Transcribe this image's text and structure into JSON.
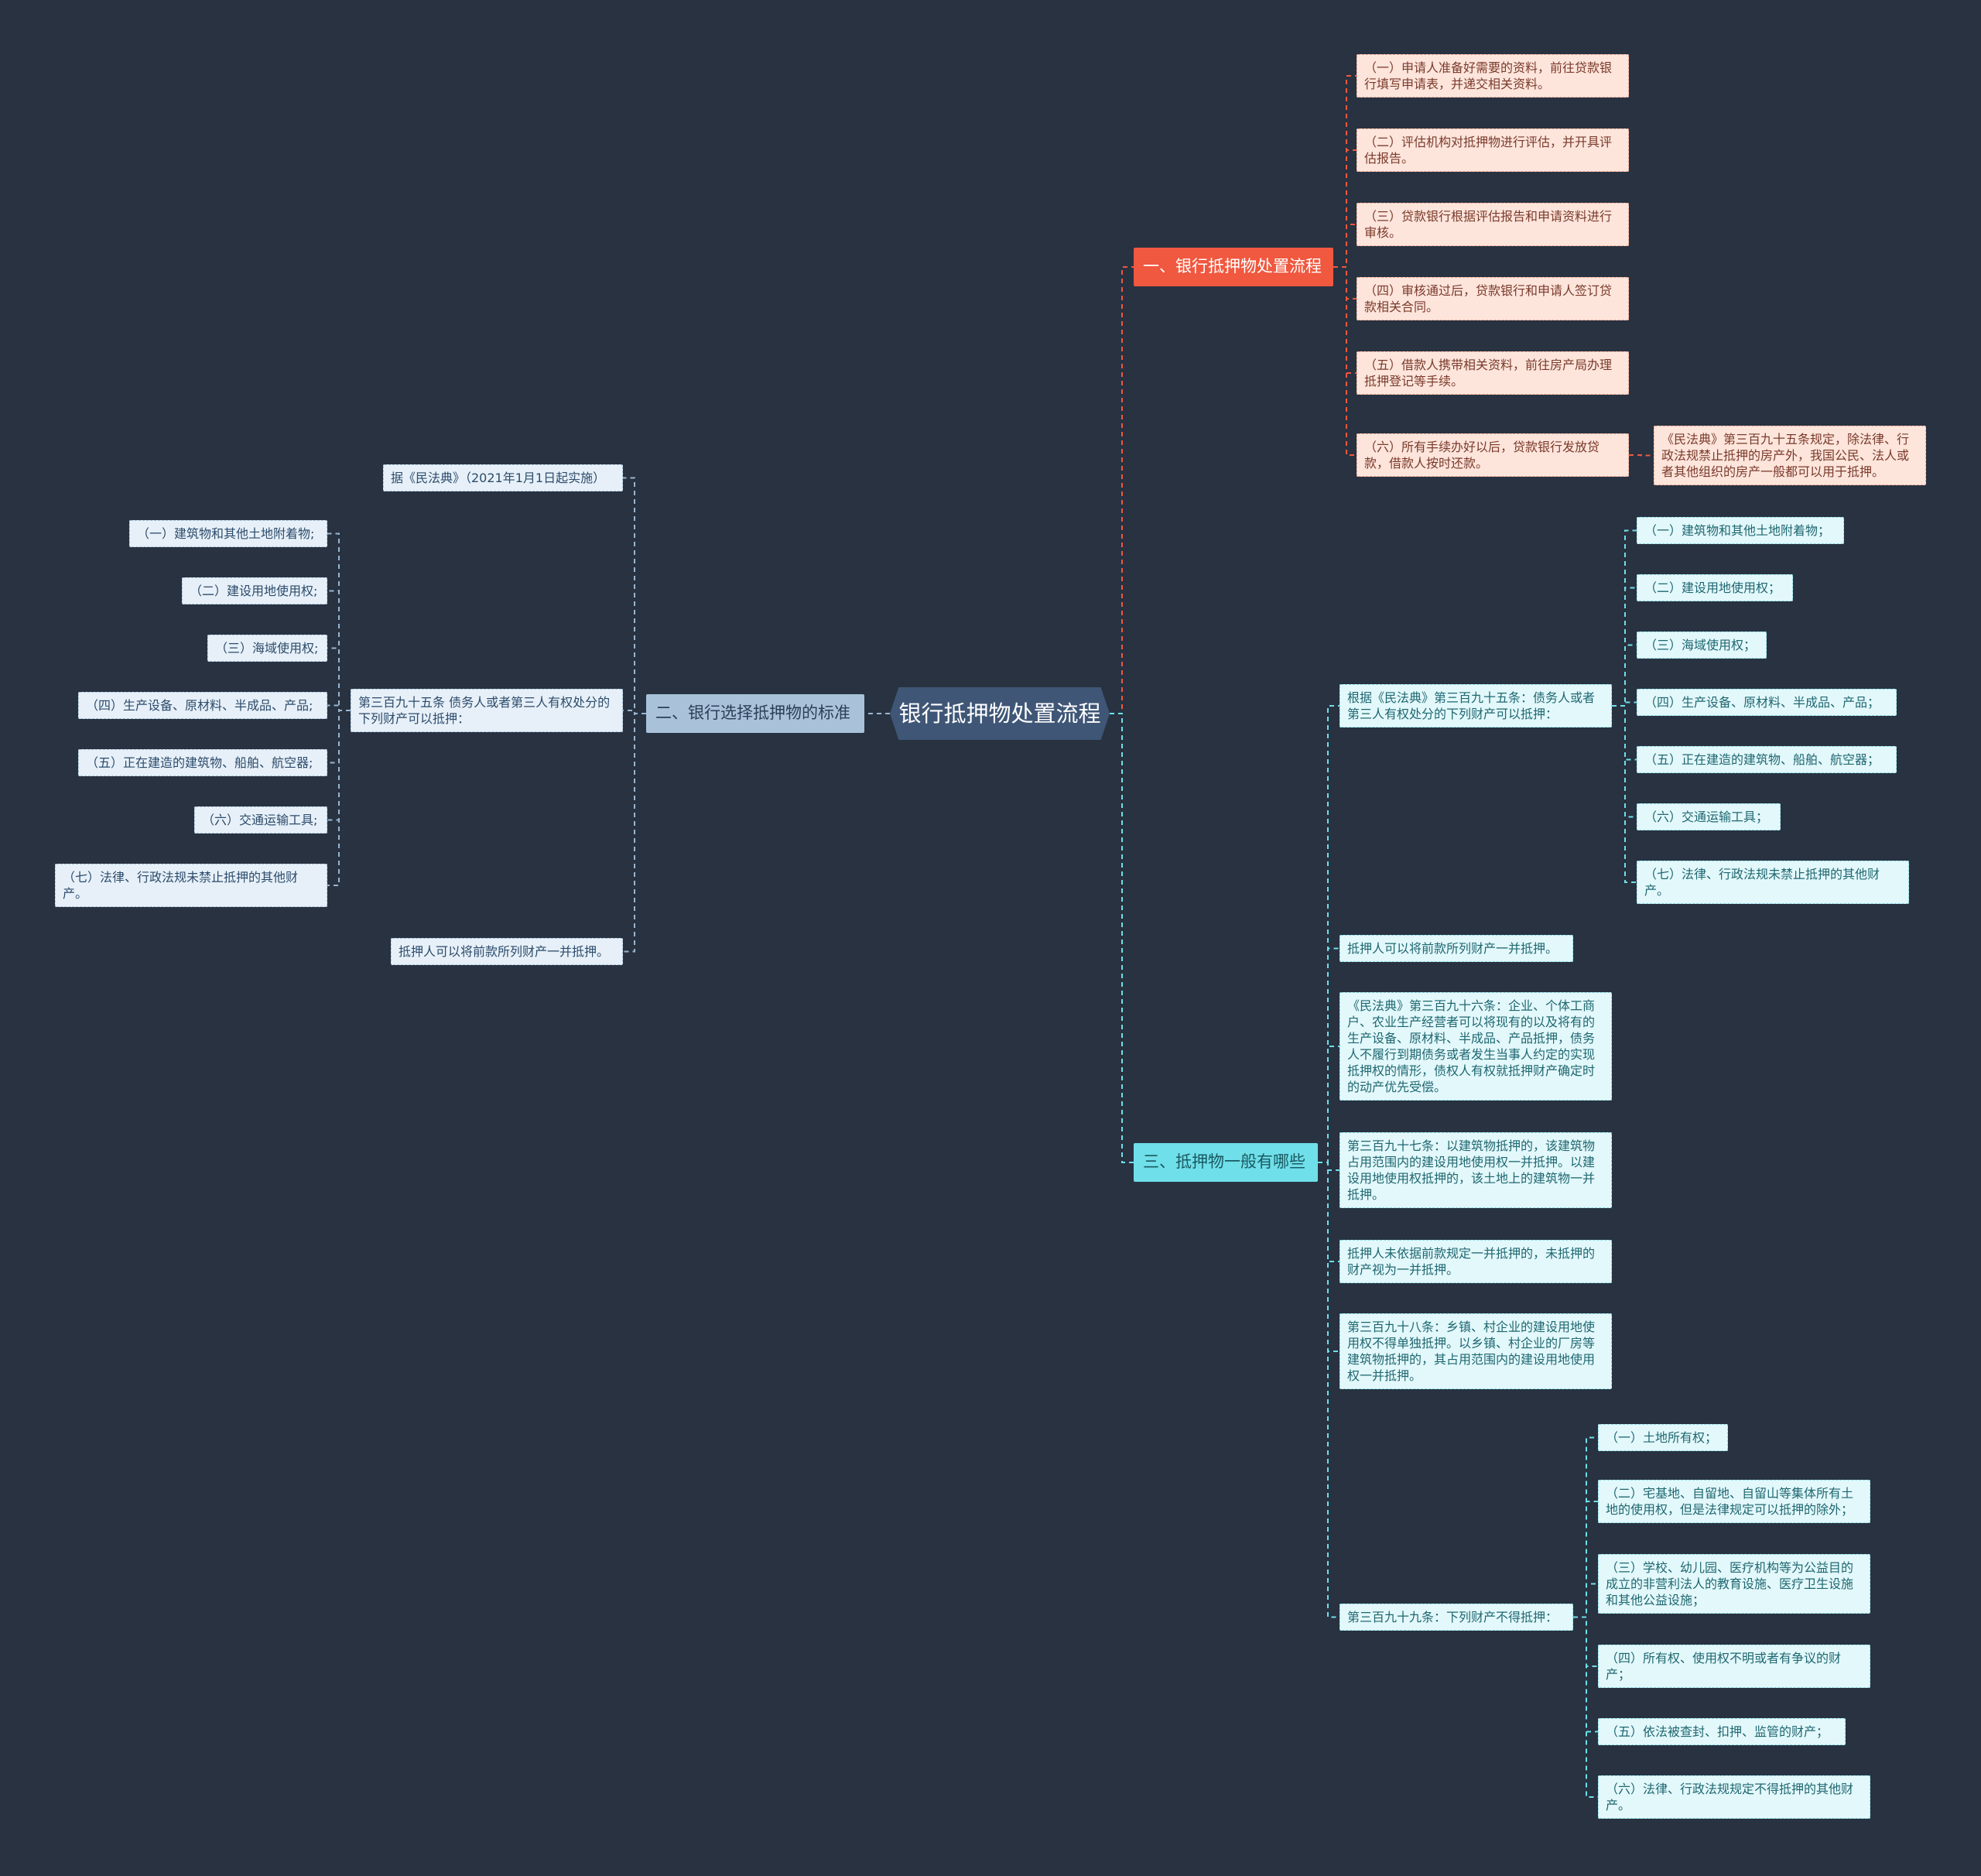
{
  "root": {
    "label": "银行抵押物处置流程"
  },
  "b1": {
    "label": "一、银行抵押物处置流程",
    "items": [
      "（一）申请人准备好需要的资料，前往贷款银行填写申请表，并递交相关资料。",
      "（二）评估机构对抵押物进行评估，并开具评估报告。",
      "（三）贷款银行根据评估报告和申请资料进行审核。",
      "（四）审核通过后，贷款银行和申请人签订贷款相关合同。",
      "（五）借款人携带相关资料，前往房产局办理抵押登记等手续。",
      "（六）所有手续办好以后，贷款银行发放贷款，借款人按时还款。"
    ],
    "note": "《民法典》第三百九十五条规定，除法律、行政法规禁止抵押的房产外，我国公民、法人或者其他组织的房产一般都可以用于抵押。"
  },
  "b2": {
    "label": "二、银行选择抵押物的标准",
    "children": [
      "据《民法典》（2021年1月1日起实施）",
      "第三百九十五条 债务人或者第三人有权处分的下列财产可以抵押：",
      "抵押人可以将前款所列财产一并抵押。"
    ],
    "items": [
      "（一）建筑物和其他土地附着物;",
      "（二）建设用地使用权;",
      "（三）海域使用权;",
      "（四）生产设备、原材料、半成品、产品;",
      "（五）正在建造的建筑物、船舶、航空器;",
      "（六）交通运输工具;",
      "（七）法律、行政法规未禁止抵押的其他财产。"
    ]
  },
  "b3": {
    "label": "三、抵押物一般有哪些",
    "children": [
      "根据《民法典》第三百九十五条：债务人或者第三人有权处分的下列财产可以抵押：",
      "抵押人可以将前款所列财产一并抵押。",
      "《民法典》第三百九十六条：企业、个体工商户、农业生产经营者可以将现有的以及将有的生产设备、原材料、半成品、产品抵押，债务人不履行到期债务或者发生当事人约定的实现抵押权的情形，债权人有权就抵押财产确定时的动产优先受偿。",
      "第三百九十七条：以建筑物抵押的，该建筑物占用范围内的建设用地使用权一并抵押。以建设用地使用权抵押的，该土地上的建筑物一并抵押。",
      "抵押人未依据前款规定一并抵押的，未抵押的财产视为一并抵押。",
      "第三百九十八条：乡镇、村企业的建设用地使用权不得单独抵押。以乡镇、村企业的厂房等建筑物抵押的，其占用范围内的建设用地使用权一并抵押。",
      "第三百九十九条：下列财产不得抵押："
    ],
    "items1": [
      "（一）建筑物和其他土地附着物；",
      "（二）建设用地使用权；",
      "（三）海域使用权；",
      "（四）生产设备、原材料、半成品、产品；",
      "（五）正在建造的建筑物、船舶、航空器；",
      "（六）交通运输工具；",
      "（七）法律、行政法规未禁止抵押的其他财产。"
    ],
    "items2": [
      "（一）土地所有权；",
      "（二）宅基地、自留地、自留山等集体所有土地的使用权，但是法律规定可以抵押的除外；",
      "（三）学校、幼儿园、医疗机构等为公益目的成立的非营利法人的教育设施、医疗卫生设施和其他公益设施；",
      "（四）所有权、使用权不明或者有争议的财产；",
      "（五）依法被查封、扣押、监管的财产；",
      "（六）法律、行政法规规定不得抵押的其他财产。"
    ]
  },
  "colors": {
    "background": "#283241",
    "root": "#3f5676",
    "branch1": "#f0583f",
    "branch2": "#a9c2da",
    "branch3": "#6fdfe9"
  }
}
